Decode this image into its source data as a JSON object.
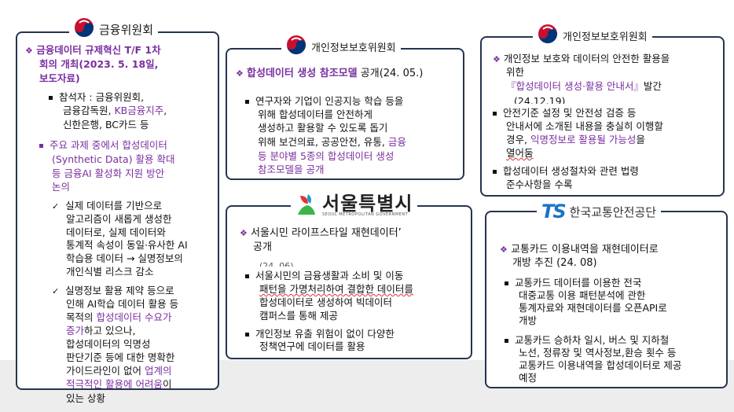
{
  "colors": {
    "accent": "#7a2fa0",
    "border": "#26344f",
    "ts_blue": "#1a73c9"
  },
  "fsc": {
    "logo": "금융위원회",
    "heading_l1": "금융데이터 규제혁신 T/F 1차",
    "heading_l2": "회의 개최(2023. 5. 18일,",
    "heading_l3": "보도자료)",
    "participants_l1": "참석자 : 금융위원회,",
    "participants_l2a": "금융감독원, ",
    "participants_l2b": "KB금융지주",
    "participants_l2c": ",",
    "participants_l3": "신한은행, BC카드 등",
    "topic_l1": "주요 과제 중에서 합성데이터",
    "topic_l2": "(Synthetic Data) 활용 확대",
    "topic_l3": "등 금융AI 활성화 지원 방안",
    "topic_l4": "논의",
    "c1_l1": "실제 데이터를 기반으로",
    "c1_l2": "알고리즘이 새롭게 생성한",
    "c1_l3": "데이터로, 실제 데이터와",
    "c1_l4": "통계적 속성이 동일·유사한 AI",
    "c1_l5": "학습용 데이터 → 실명정보의",
    "c1_l6": "개인식별 리스크 감소",
    "c2_l1": "실명정보 활용 제약 등으로",
    "c2_l2": "인해 AI학습 데이터 활용 등",
    "c2_l3a": "목적의 ",
    "c2_l3b": "합성데이터 수요가",
    "c2_l4a": "증가",
    "c2_l4b": "하고 있으나,",
    "c2_l5": "합성데이터의 익명성",
    "c2_l6": "판단기준 등에 대한 명확한",
    "c2_l7a": "가이드라인이 없어 ",
    "c2_l7b": "업계의",
    "c2_l8a": "적극적인 활용에 어려움",
    "c2_l8b": "이",
    "c2_l9": "있는 상황"
  },
  "pipc1": {
    "logo": "개인정보보호위원회",
    "heading_a": "합성데이터 생성 참조모델",
    "heading_b": " 공개(24. 05.)",
    "l1": "연구자와 기업이 인공지능 학습 등을",
    "l2": "위해 합성데이터를 안전하게",
    "l3": "생성하고 활용할 수 있도록 돕기",
    "l4a": "위해 보건의료, 공공안전, 유통, ",
    "l4b": "금융",
    "l5": "등 분야별 5종의 합성데이터 생성",
    "l6": "참조모델을 공개"
  },
  "seoul": {
    "logo": "서울특별시",
    "logo_sub": "SEOUL METROPOLITAN GOVERNMENT",
    "heading_l1": "서울시민 라이프스타일 재현데이터’",
    "heading_l2": "공개",
    "heading_l3": "(24. 06)",
    "b1_l1": "서울시민의 금융생활과 소비 및 이동",
    "b1_l2": "패턴을 가명처리하여 결합한 데이터를",
    "b1_l3": "합성데이터로 생성하여 빅데이터",
    "b1_l4": "캠퍼스를 통해 제공",
    "b2_l1": "개인정보 유출 위험이 없이 다양한",
    "b2_l2": "정책연구에 데이터를 활용"
  },
  "pipc2": {
    "logo": "개인정보보호위원회",
    "heading_l1": "개인정보 보호와 데이터의 안전한 활용을",
    "heading_l2": "위한",
    "heading_l3": "『합성데이터 생성·활용 안내서』",
    "heading_l3b": "발간",
    "heading_l4": "(24.12.19)",
    "b1_l1": "안전기준 설정 및 안전성 검증 등",
    "b1_l2": "안내서에 소개된 내용을 충실히 이행할",
    "b1_l3a": "경우, ",
    "b1_l3b": "익명정보로 활용될 가능성",
    "b1_l3c": "을",
    "b1_l4": "열어둠",
    "b2_l1": "합성데이터 생성절차와 관련 법령",
    "b2_l2": "준수사항을 수록"
  },
  "kotsa": {
    "logo_mark": "TS",
    "logo": "한국교통안전공단",
    "heading_l1": "교통카드 이용내역을 재현데이터로",
    "heading_l2": "개방 추진  (24. 08)",
    "b1_l1": "교통카드 데이터를 이용한 전국",
    "b1_l2": "대중교통 이용 패턴분석에 관한",
    "b1_l3": "통계자료와 재현데이터를 오픈API로",
    "b1_l4": "개방",
    "b2_l1": "교통카드 승하차 일시, 버스 및 지하철",
    "b2_l2": "노선, 정류장 및 역사정보,환승 횟수 등",
    "b2_l3": "교통카드 이용내역을 합성데이터로 제공",
    "b2_l4": "예정"
  }
}
